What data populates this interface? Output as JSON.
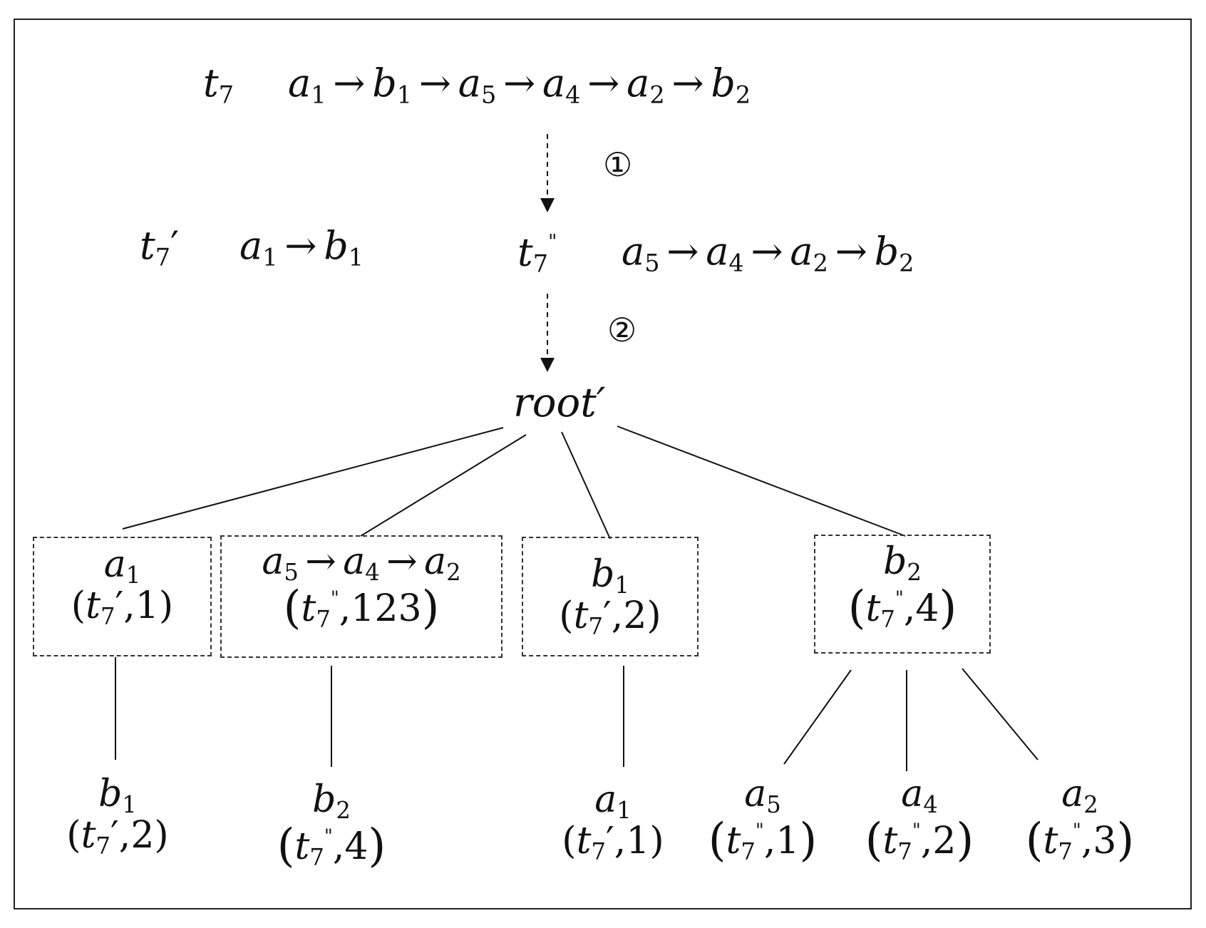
{
  "top": {
    "t7": {
      "base": "t",
      "sub": "7"
    },
    "sequence": [
      {
        "base": "a",
        "sub": "1"
      },
      {
        "base": "b",
        "sub": "1"
      },
      {
        "base": "a",
        "sub": "5"
      },
      {
        "base": "a",
        "sub": "4"
      },
      {
        "base": "a",
        "sub": "2"
      },
      {
        "base": "b",
        "sub": "2"
      }
    ]
  },
  "arrow_glyph": "→",
  "steps": {
    "one": "①",
    "two": "②"
  },
  "split": {
    "left_label": {
      "base": "t",
      "sub": "7",
      "mark": "′"
    },
    "left_seq": [
      {
        "base": "a",
        "sub": "1"
      },
      {
        "base": "b",
        "sub": "1"
      }
    ],
    "right_label": {
      "base": "t",
      "sub": "7",
      "mark": "\""
    },
    "right_seq": [
      {
        "base": "a",
        "sub": "5"
      },
      {
        "base": "a",
        "sub": "4"
      },
      {
        "base": "a",
        "sub": "2"
      },
      {
        "base": "b",
        "sub": "2"
      }
    ]
  },
  "root_label": "root′",
  "level1": [
    {
      "label": [
        {
          "base": "a",
          "sub": "1"
        }
      ],
      "tag": {
        "sub": "7",
        "mark": "′",
        "num": "1"
      }
    },
    {
      "label": [
        {
          "base": "a",
          "sub": "5"
        },
        {
          "base": "a",
          "sub": "4"
        },
        {
          "base": "a",
          "sub": "2"
        }
      ],
      "tag": {
        "sub": "7",
        "mark": "\"",
        "num": "123"
      }
    },
    {
      "label": [
        {
          "base": "b",
          "sub": "1"
        }
      ],
      "tag": {
        "sub": "7",
        "mark": "′",
        "num": "2"
      }
    },
    {
      "label": [
        {
          "base": "b",
          "sub": "2"
        }
      ],
      "tag": {
        "sub": "7",
        "mark": "\"",
        "num": "4"
      }
    }
  ],
  "level2": [
    {
      "label": {
        "base": "b",
        "sub": "1"
      },
      "tag": {
        "sub": "7",
        "mark": "′",
        "num": "2"
      }
    },
    {
      "label": {
        "base": "b",
        "sub": "2"
      },
      "tag": {
        "sub": "7",
        "mark": "\"",
        "num": "4"
      }
    },
    {
      "label": {
        "base": "a",
        "sub": "1"
      },
      "tag": {
        "sub": "7",
        "mark": "′",
        "num": "1"
      }
    },
    {
      "label": {
        "base": "a",
        "sub": "5"
      },
      "tag": {
        "sub": "7",
        "mark": "\"",
        "num": "1"
      }
    },
    {
      "label": {
        "base": "a",
        "sub": "4"
      },
      "tag": {
        "sub": "7",
        "mark": "\"",
        "num": "2"
      }
    },
    {
      "label": {
        "base": "a",
        "sub": "2"
      },
      "tag": {
        "sub": "7",
        "mark": "\"",
        "num": "3"
      }
    }
  ],
  "tag_letter": "t",
  "tag_open": "(",
  "tag_close": ")",
  "tag_comma": ","
}
